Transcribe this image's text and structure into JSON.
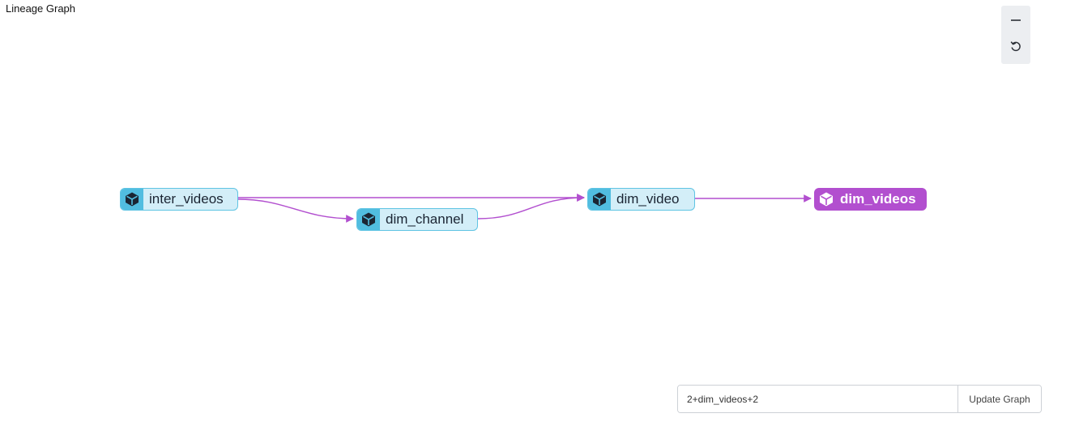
{
  "header": {
    "title": "Lineage Graph"
  },
  "zoom_controls": {
    "zoom_out_icon": "minus-icon",
    "reset_icon": "reset-rotate-icon"
  },
  "graph": {
    "nodes": [
      {
        "id": "inter_videos",
        "label": "inter_videos",
        "icon": "cube-icon",
        "selected": false
      },
      {
        "id": "dim_channel",
        "label": "dim_channel",
        "icon": "cube-icon",
        "selected": false
      },
      {
        "id": "dim_video",
        "label": "dim_video",
        "icon": "cube-icon",
        "selected": false
      },
      {
        "id": "dim_videos",
        "label": "dim_videos",
        "icon": "cube-icon",
        "selected": true
      }
    ],
    "edges": [
      {
        "from": "inter_videos",
        "to": "dim_video"
      },
      {
        "from": "inter_videos",
        "to": "dim_channel"
      },
      {
        "from": "dim_channel",
        "to": "dim_video"
      },
      {
        "from": "dim_video",
        "to": "dim_videos"
      }
    ],
    "colors": {
      "node_fill": "#d3eef8",
      "node_border": "#5fc4e3",
      "node_icon_bg": "#51bde0",
      "selected_fill": "#b24fcf",
      "edge": "#b24fcf"
    }
  },
  "query": {
    "value": "2+dim_videos+2",
    "button_label": "Update Graph"
  }
}
